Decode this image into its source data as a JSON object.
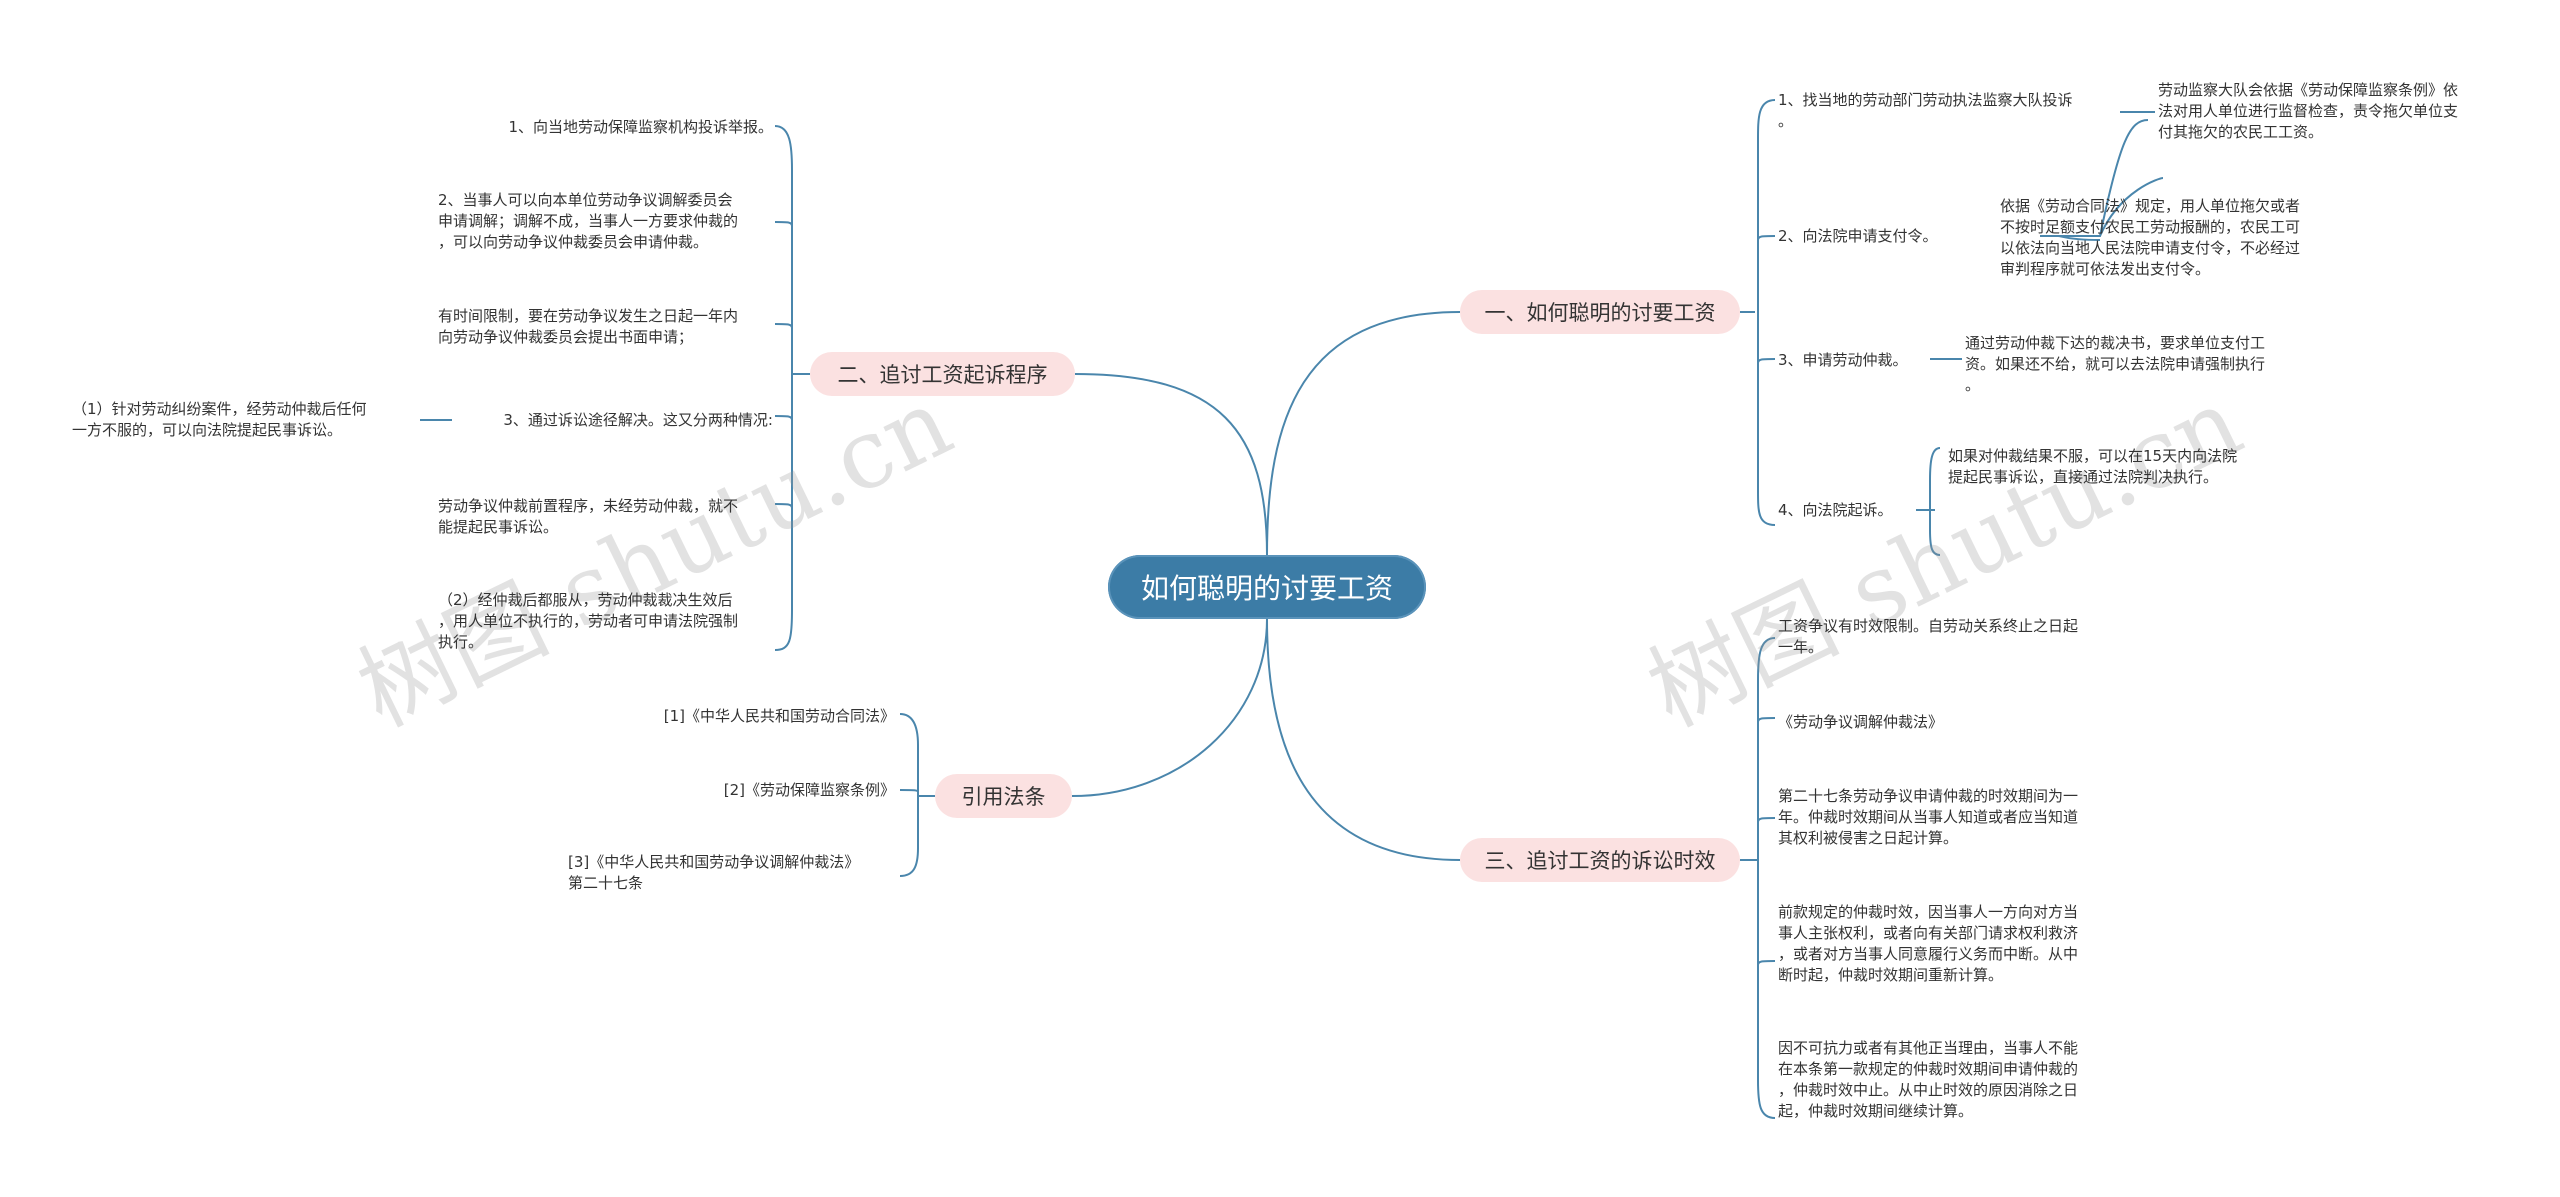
{
  "root": "如何聪明的讨要工资",
  "watermark": "树图 shutu.cn",
  "branches": {
    "b1": {
      "title": "一、如何聪明的讨要工资",
      "items": [
        {
          "text": "1、找当地的劳动部门劳动执法监察大队投诉\n。",
          "detail": "劳动监察大队会依据《劳动保障监察条例》依\n法对用人单位进行监督检查，责令拖欠单位支\n付其拖欠的农民工工资。"
        },
        {
          "text": "2、向法院申请支付令。",
          "detail": "依据《劳动合同法》规定，用人单位拖欠或者\n不按时足额支付农民工劳动报酬的，农民工可\n以依法向当地人民法院申请支付令，不必经过\n审判程序就可依法发出支付令。"
        },
        {
          "text": "3、申请劳动仲裁。",
          "detail": "通过劳动仲裁下达的裁决书，要求单位支付工\n资。如果还不给，就可以去法院申请强制执行\n。"
        },
        {
          "text": "4、向法院起诉。",
          "detail": "如果对仲裁结果不服，可以在15天内向法院\n提起民事诉讼，直接通过法院判决执行。"
        }
      ]
    },
    "b2": {
      "title": "二、追讨工资起诉程序",
      "items": [
        "1、向当地劳动保障监察机构投诉举报。",
        "2、当事人可以向本单位劳动争议调解委员会\n申请调解；调解不成，当事人一方要求仲裁的\n，可以向劳动争议仲裁委员会申请仲裁。",
        "有时间限制，要在劳动争议发生之日起一年内\n向劳动争议仲裁委员会提出书面申请；",
        "3、通过诉讼途径解决。这又分两种情况:",
        "劳动争议仲裁前置程序，未经劳动仲裁，就不\n能提起民事诉讼。",
        "（2）经仲裁后都服从，劳动仲裁裁决生效后\n，用人单位不执行的，劳动者可申请法院强制\n执行。"
      ],
      "sub_item": "（1）针对劳动纠纷案件，经劳动仲裁后任何\n一方不服的，可以向法院提起民事诉讼。"
    },
    "b3": {
      "title": "三、追讨工资的诉讼时效",
      "items": [
        "工资争议有时效限制。自劳动关系终止之日起\n一年。",
        "《劳动争议调解仲裁法》",
        "第二十七条劳动争议申请仲裁的时效期间为一\n年。仲裁时效期间从当事人知道或者应当知道\n其权利被侵害之日起计算。",
        "前款规定的仲裁时效，因当事人一方向对方当\n事人主张权利，或者向有关部门请求权利救济\n，或者对方当事人同意履行义务而中断。从中\n断时起，仲裁时效期间重新计算。",
        "因不可抗力或者有其他正当理由，当事人不能\n在本条第一款规定的仲裁时效期间申请仲裁的\n，仲裁时效中止。从中止时效的原因消除之日\n起，仲裁时效期间继续计算。"
      ]
    },
    "b4": {
      "title": "引用法条",
      "items": [
        "[1]《中华人民共和国劳动合同法》",
        "[2]《劳动保障监察条例》",
        "[3]《中华人民共和国劳动争议调解仲裁法》\n第二十七条"
      ]
    }
  },
  "colors": {
    "root_fill": "#3c7ca6",
    "branch_fill": "#fbe1e1",
    "link": "#4a86ac",
    "text": "#333333"
  }
}
